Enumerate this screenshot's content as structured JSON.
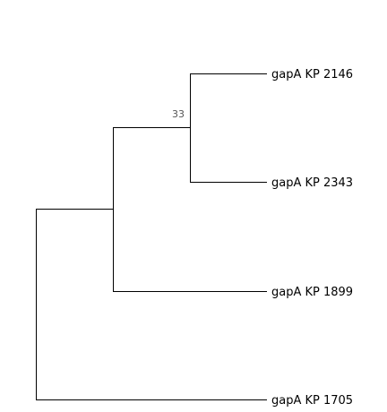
{
  "tree": {
    "leaves": [
      {
        "label": "gapA KP 2146"
      },
      {
        "label": "gapA KP 2343"
      },
      {
        "label": "gapA KP 1899"
      },
      {
        "label": "gapA KP 1705"
      }
    ],
    "support_values": [
      {
        "node": "clade-2146-2343",
        "value": "33"
      }
    ]
  }
}
